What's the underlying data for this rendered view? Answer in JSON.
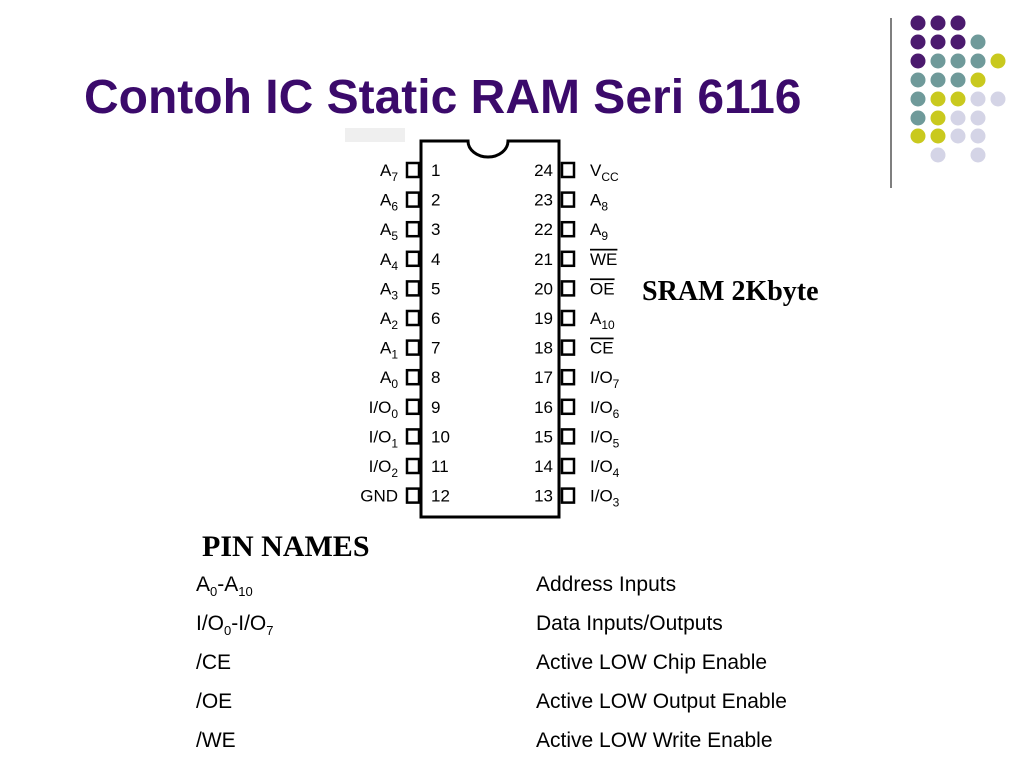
{
  "slide": {
    "title": "Contoh IC Static RAM Seri 6116",
    "chip_caption": "SRAM 2Kbyte",
    "pin_names_heading": "PIN NAMES"
  },
  "colors": {
    "title": "#3b0a6b",
    "dot_purple": "#4b1a6e",
    "dot_teal": "#6f9a9a",
    "dot_yellow": "#c9c91e",
    "dot_lavender": "#d4d4e6",
    "divider": "#555555"
  },
  "chip": {
    "left_pins": [
      {
        "num": "1",
        "label": "A",
        "sub": "7"
      },
      {
        "num": "2",
        "label": "A",
        "sub": "6"
      },
      {
        "num": "3",
        "label": "A",
        "sub": "5"
      },
      {
        "num": "4",
        "label": "A",
        "sub": "4"
      },
      {
        "num": "5",
        "label": "A",
        "sub": "3"
      },
      {
        "num": "6",
        "label": "A",
        "sub": "2"
      },
      {
        "num": "7",
        "label": "A",
        "sub": "1"
      },
      {
        "num": "8",
        "label": "A",
        "sub": "0"
      },
      {
        "num": "9",
        "label": "I/O",
        "sub": "0"
      },
      {
        "num": "10",
        "label": "I/O",
        "sub": "1"
      },
      {
        "num": "11",
        "label": "I/O",
        "sub": "2"
      },
      {
        "num": "12",
        "label": "GND",
        "sub": ""
      }
    ],
    "right_pins": [
      {
        "num": "24",
        "label": "V",
        "sub": "CC",
        "overline": false
      },
      {
        "num": "23",
        "label": "A",
        "sub": "8",
        "overline": false
      },
      {
        "num": "22",
        "label": "A",
        "sub": "9",
        "overline": false
      },
      {
        "num": "21",
        "label": "WE",
        "sub": "",
        "overline": true
      },
      {
        "num": "20",
        "label": "OE",
        "sub": "",
        "overline": true
      },
      {
        "num": "19",
        "label": "A",
        "sub": "10",
        "overline": false
      },
      {
        "num": "18",
        "label": "CE",
        "sub": "",
        "overline": true
      },
      {
        "num": "17",
        "label": "I/O",
        "sub": "7",
        "overline": false
      },
      {
        "num": "16",
        "label": "I/O",
        "sub": "6",
        "overline": false
      },
      {
        "num": "15",
        "label": "I/O",
        "sub": "5",
        "overline": false
      },
      {
        "num": "14",
        "label": "I/O",
        "sub": "4",
        "overline": false
      },
      {
        "num": "13",
        "label": "I/O",
        "sub": "3",
        "overline": false
      }
    ]
  },
  "pin_table": [
    {
      "parts": [
        {
          "t": "A"
        },
        {
          "t": "0",
          "sub": true
        },
        {
          "t": "-A"
        },
        {
          "t": "10",
          "sub": true
        }
      ],
      "desc": "Address Inputs"
    },
    {
      "parts": [
        {
          "t": "I/O"
        },
        {
          "t": "0",
          "sub": true
        },
        {
          "t": "-I/O"
        },
        {
          "t": "7",
          "sub": true
        }
      ],
      "desc": "Data Inputs/Outputs"
    },
    {
      "parts": [
        {
          "t": "/CE"
        }
      ],
      "desc": "Active LOW Chip Enable"
    },
    {
      "parts": [
        {
          "t": "/OE"
        }
      ],
      "desc": "Active LOW Output Enable"
    },
    {
      "parts": [
        {
          "t": "/WE"
        }
      ],
      "desc": "Active LOW Write Enable"
    }
  ]
}
